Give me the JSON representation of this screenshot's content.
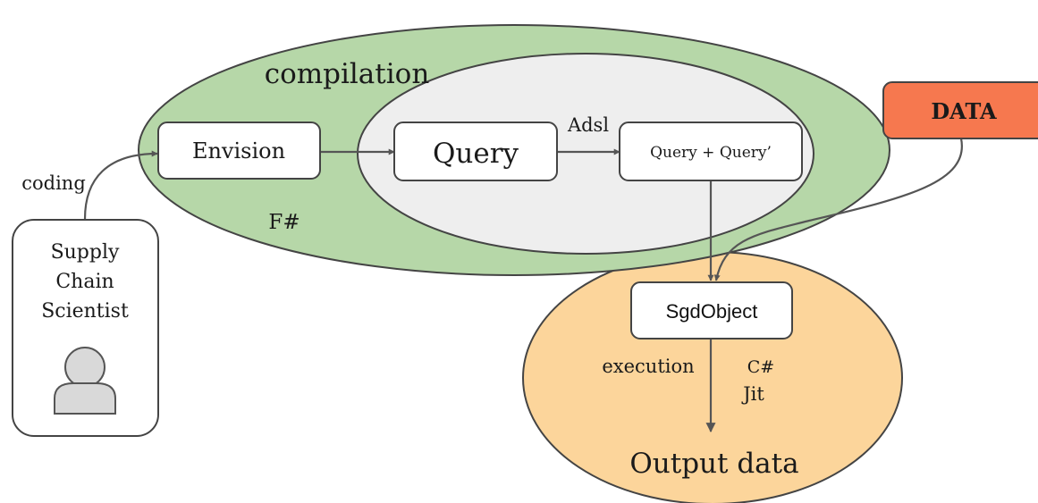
{
  "colors": {
    "compilation_fill": "#b6d7a8",
    "query_region_fill": "#eeeeee",
    "execution_fill": "#fcd59b",
    "data_fill": "#f6784f",
    "outline": "#444444",
    "person_icon_fill": "#d9d9d9"
  },
  "regions": {
    "compilation_label": "compilation",
    "fsharp_label": "F#",
    "csharp_label": "C#",
    "jit_label": "Jit",
    "output_label": "Output data"
  },
  "nodes": {
    "envision": "Envision",
    "query": "Query",
    "query_combined": "Query + Query’",
    "sgd_object": "SgdObject",
    "data": "DATA",
    "scientist_line1": "Supply",
    "scientist_line2": "Chain",
    "scientist_line3": "Scientist"
  },
  "edges": {
    "coding": "coding",
    "adsl": "Adsl",
    "execution": "execution"
  },
  "icons": {
    "scientist": "person-icon"
  }
}
